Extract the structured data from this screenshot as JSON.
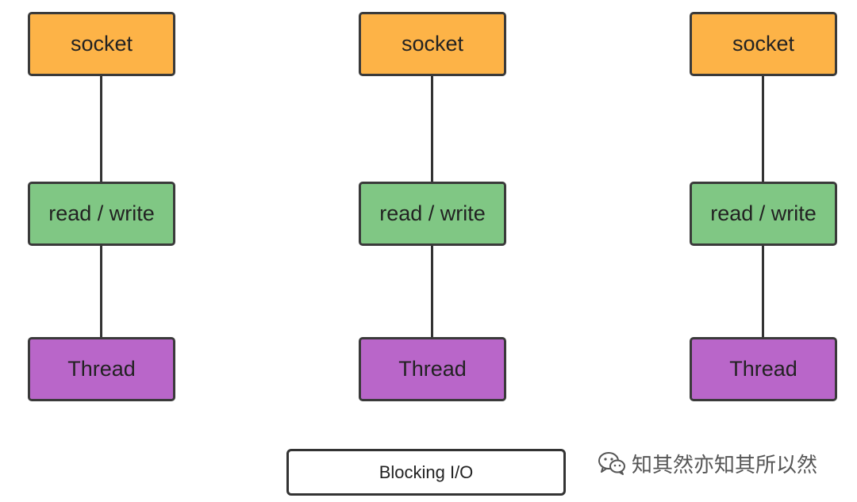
{
  "diagram": {
    "columns": [
      {
        "socket_label": "socket",
        "io_label": "read / write",
        "thread_label": "Thread"
      },
      {
        "socket_label": "socket",
        "io_label": "read / write",
        "thread_label": "Thread"
      },
      {
        "socket_label": "socket",
        "io_label": "read / write",
        "thread_label": "Thread"
      }
    ],
    "caption": "Blocking I/O",
    "colors": {
      "socket": "#fdb347",
      "read_write": "#80c784",
      "thread": "#b966c9",
      "border": "#3a3a3a"
    }
  },
  "watermark": {
    "icon": "wechat-icon",
    "text": "知其然亦知其所以然"
  }
}
